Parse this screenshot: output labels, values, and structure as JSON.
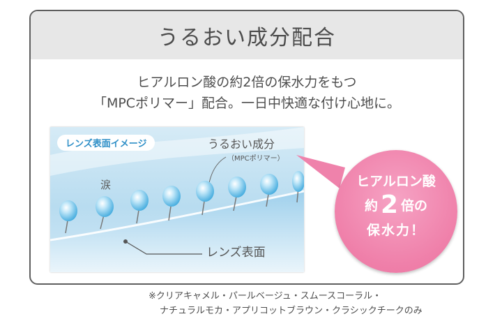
{
  "title": "うるおい成分配合",
  "description": {
    "line1": "ヒアルロン酸の約2倍の保水力をもつ",
    "line2": "「MPCポリマー」配合。一日中快適な付け心地に。"
  },
  "diagram": {
    "badge": "レンズ表面イメージ",
    "tear_label": "涙",
    "moisture_label": "うるおい成分",
    "moisture_sub": "（MPCポリマー）",
    "lens_label": "レンズ表面"
  },
  "callout": {
    "line1": "ヒアルロン酸",
    "line2_pre": "約",
    "line2_num": "2",
    "line2_post": "倍の",
    "line3": "保水力！"
  },
  "footnote": {
    "line1": "※クリアキャメル・パールベージュ・スムースコーラル・",
    "line2": "ナチュラルモカ・アプリコットブラウン・クラシックチークのみ"
  },
  "colors": {
    "header_bg": "#e7e7e7",
    "border": "#5e5e5e",
    "bubble_pink": "#ef7fa9",
    "badge_text": "#2f8fc7",
    "molecule_blue": "#5bbbe6"
  }
}
